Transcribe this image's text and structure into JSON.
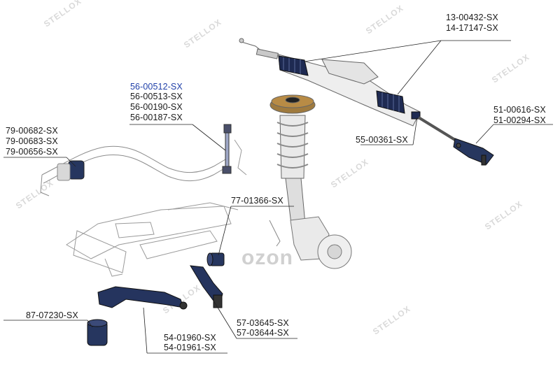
{
  "watermark": "STELLOX",
  "logo_text": "ozon",
  "colors": {
    "part_highlight": "#26365f",
    "label_highlight": "#1f3fa8"
  },
  "labels": {
    "rack_boot_a": "13-00432-SX",
    "rack_boot_b": "14-17147-SX",
    "link_a": "56-00512-SX",
    "link_b": "56-00513-SX",
    "link_c": "56-00190-SX",
    "link_d": "56-00187-SX",
    "tie_end_a": "51-00616-SX",
    "tie_end_b": "51-00294-SX",
    "tie_rod": "55-00361-SX",
    "bushing_a": "79-00682-SX",
    "bushing_b": "79-00683-SX",
    "bushing_c": "79-00656-SX",
    "arm_bushing": "77-01366-SX",
    "rear_bushing": "87-07230-SX",
    "arm_rear_a": "57-03645-SX",
    "arm_rear_b": "57-03644-SX",
    "arm_front_a": "54-01960-SX",
    "arm_front_b": "54-01961-SX"
  }
}
